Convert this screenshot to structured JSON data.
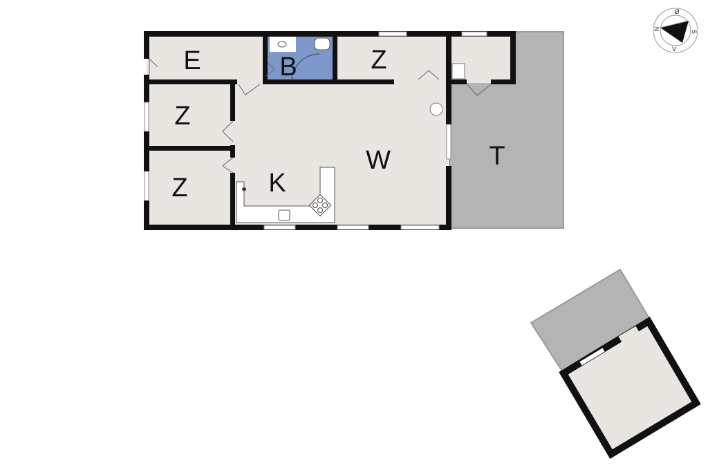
{
  "rooms": {
    "e": "E",
    "b": "B",
    "z_top": "Z",
    "z_mid": "Z",
    "z_low": "Z",
    "k": "K",
    "w": "W",
    "t": "T"
  },
  "compass": {
    "n": "N",
    "o": "Ø",
    "s": "S",
    "v": "V"
  },
  "colors": {
    "floor": "#e9e6e1",
    "bath": "#7d98c8",
    "terrace": "#b4b4b4",
    "wall": "#111111"
  }
}
